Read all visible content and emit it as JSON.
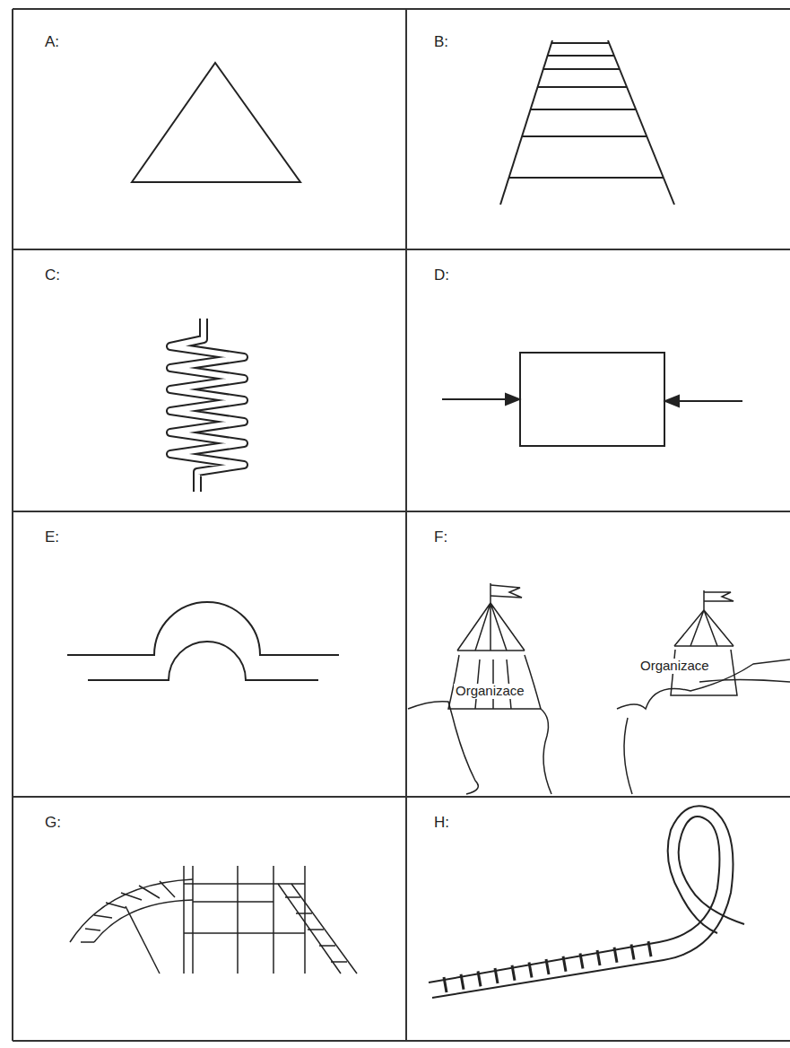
{
  "diagram": {
    "labels": [
      "A:",
      "B:",
      "C:",
      "D:",
      "E:",
      "F:",
      "Organizace",
      "Organizace",
      "G:",
      "H:"
    ]
  }
}
